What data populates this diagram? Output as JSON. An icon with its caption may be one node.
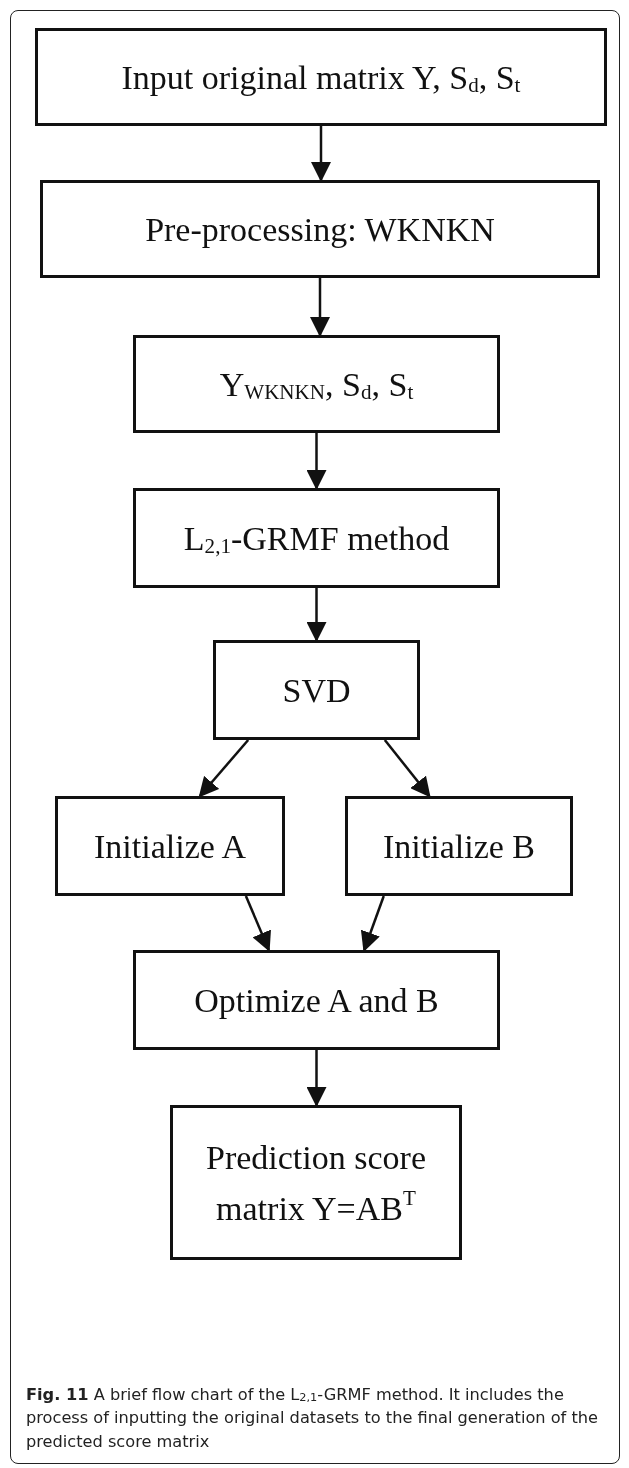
{
  "diagram": {
    "caption": "**Fig. 11** A brief flow chart of the L$_{2,1}$-GRMF method. It includes the process of inputting the original datasets to the final generation of the predicted score matrix",
    "nodes": [
      {
        "text": [
          "Input original matrix Y, S$_{d}$, S$_{t}$"
        ]
      },
      {
        "text": [
          "Pre-processing: WKNKN"
        ]
      },
      {
        "text": [
          "Y$_{WKNKN}$, S$_{d}$, S$_{t}$"
        ]
      },
      {
        "text": [
          "L$_{2,1}$-GRMF method"
        ]
      },
      {
        "text": [
          "SVD"
        ]
      },
      {
        "text": [
          "Initialize A"
        ]
      },
      {
        "text": [
          "Initialize B"
        ]
      },
      {
        "text": [
          "Optimize A and B"
        ]
      },
      {
        "text": [
          "Prediction score matrix Y=AB$^{T}$"
        ]
      }
    ],
    "edges": [
      {
        "from": 0,
        "to": 1,
        "arrow": "to"
      },
      {
        "from": 1,
        "to": 2,
        "arrow": "to"
      },
      {
        "from": 2,
        "to": 3,
        "arrow": "to"
      },
      {
        "from": 3,
        "to": 4,
        "arrow": "to"
      },
      {
        "from": 4,
        "to": 5,
        "arrow": "to"
      },
      {
        "from": 4,
        "to": 6,
        "arrow": "to"
      },
      {
        "from": 5,
        "to": 7,
        "arrow": "to"
      },
      {
        "from": 6,
        "to": 7,
        "arrow": "to"
      },
      {
        "from": 7,
        "to": 8,
        "arrow": "to"
      }
    ]
  }
}
